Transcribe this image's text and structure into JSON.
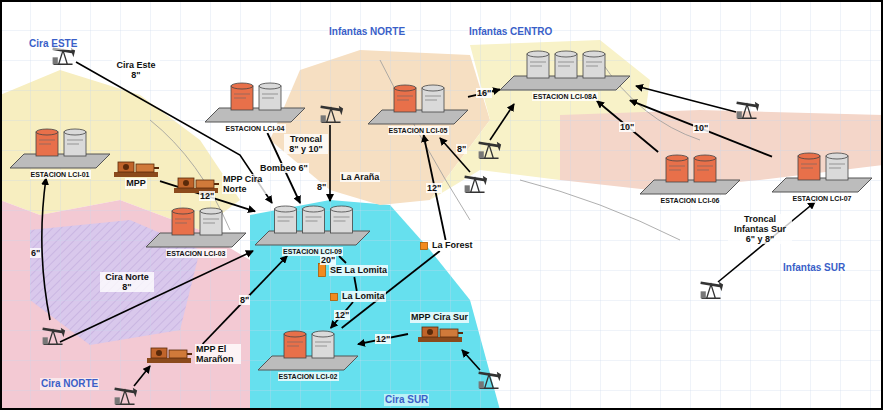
{
  "diagram": {
    "nodes": [
      {
        "text": [
          "ESTACION LCI-04"
        ]
      },
      {
        "text": [
          "ESTACION LCI-05"
        ]
      },
      {
        "text": [
          "ESTACION LCI-08A"
        ]
      },
      {
        "text": [
          "ESTACION LCI-01"
        ]
      },
      {
        "text": [
          "MPP"
        ]
      },
      {
        "text": [
          "ESTACION LCI-06"
        ]
      },
      {
        "text": [
          "ESTACION LCI-07"
        ]
      },
      {
        "text": [
          "MPP Cira Norte"
        ]
      },
      {
        "text": [
          "ESTACION LCI-03"
        ]
      },
      {
        "text": [
          "ESTACION LCI-09"
        ]
      },
      {
        "text": [
          "La Forest"
        ]
      },
      {
        "text": [
          "SE La Lomita"
        ]
      },
      {
        "text": [
          "La Lomita"
        ]
      },
      {
        "text": [
          "MPP Cira Sur"
        ]
      },
      {
        "text": [
          "MPP El Marañon"
        ]
      },
      {
        "text": [
          "ESTACION LCI-02"
        ]
      }
    ],
    "edges": [
      {
        "from": 0,
        "to": 9,
        "arrow": "to",
        "label": "Bombeo 6\""
      },
      {
        "from": 4,
        "to": 9,
        "arrow": "to",
        "label": "12\""
      },
      {
        "from": 1,
        "to": 2,
        "arrow": "to",
        "label": "16\""
      },
      {
        "from": 5,
        "to": 2,
        "arrow": "to",
        "label": "10\""
      },
      {
        "from": 6,
        "to": 2,
        "arrow": "to",
        "label": "10\""
      },
      {
        "from": 9,
        "to": 11,
        "arrow": "none",
        "label": "20\""
      },
      {
        "from": 11,
        "to": 12,
        "arrow": "none"
      },
      {
        "from": 12,
        "to": 15,
        "arrow": "to",
        "label": "12\""
      },
      {
        "from": 15,
        "to": 10,
        "arrow": "none"
      },
      {
        "from": 10,
        "to": 1,
        "arrow": "to",
        "label": "12\""
      },
      {
        "from": 13,
        "to": 15,
        "arrow": "to",
        "label": "12\""
      },
      {
        "from": 14,
        "to": 9,
        "arrow": "to",
        "label": "8\""
      }
    ],
    "labels": [
      "Cira ESTE",
      "Infantas NORTE",
      "Infantas CENTRO",
      "Cira Este 8\"",
      "Troncal 8\" y 10\"",
      "La Araña",
      "8\"",
      "8\"",
      "Cira Norte 8\"",
      "6\"",
      "Cira NORTE",
      "Cira SUR",
      "Infantas SUR",
      "Troncal Infantas Sur 6\" y 8\""
    ]
  }
}
